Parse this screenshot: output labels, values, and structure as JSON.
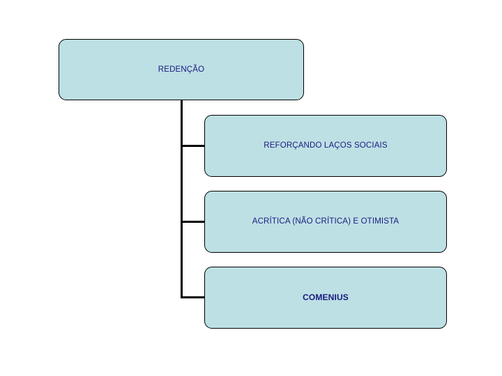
{
  "diagram": {
    "type": "tree-hierarchy",
    "orientation": "vertical-trunk-with-right-branches",
    "colors": {
      "node_fill": "#bde0e4",
      "node_border": "#000000",
      "text": "#191980",
      "connector": "#000000",
      "background": "#ffffff"
    },
    "root": {
      "id": "root",
      "label": "REDENÇÃO",
      "bold": false
    },
    "children": [
      {
        "id": "child-0",
        "label": "REFORÇANDO LAÇOS SOCIAIS",
        "bold": false
      },
      {
        "id": "child-1",
        "label": "ACRÍTICA (NÃO CRÍTICA) E OTIMISTA",
        "bold": false
      },
      {
        "id": "child-2",
        "label": "COMENIUS",
        "bold": true
      }
    ]
  }
}
